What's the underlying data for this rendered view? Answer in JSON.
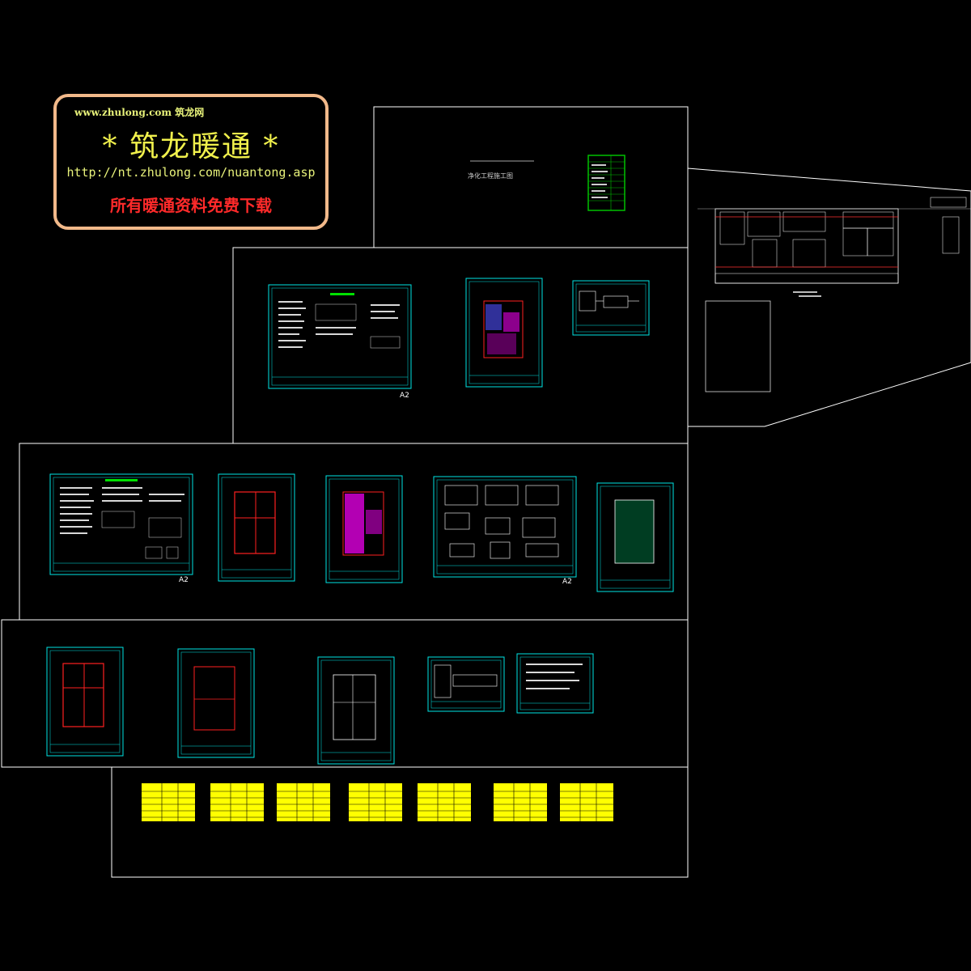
{
  "banner": {
    "site": "www.zhulong.com  筑龙网",
    "title": "* 筑龙暖通 *",
    "url": "http://nt.zhulong.com/nuantong.asp",
    "free": "所有暖通资料免费下载"
  },
  "sheet_size_labels": [
    "A2",
    "A2",
    "A2"
  ],
  "cover_title": "净化工程施工图",
  "colors": {
    "background": "#000000",
    "frame": "#ffffff",
    "sheet_border": "#00e5e5",
    "duct_red": "#ff2020",
    "duct_magenta": "#ff00ff",
    "table_yellow": "#ffff00",
    "index_green": "#00c000",
    "hatch_green": "#00b060",
    "banner_text": "#f0f04c",
    "banner_border": "#f2b98a",
    "banner_red": "#ff2a2a"
  }
}
